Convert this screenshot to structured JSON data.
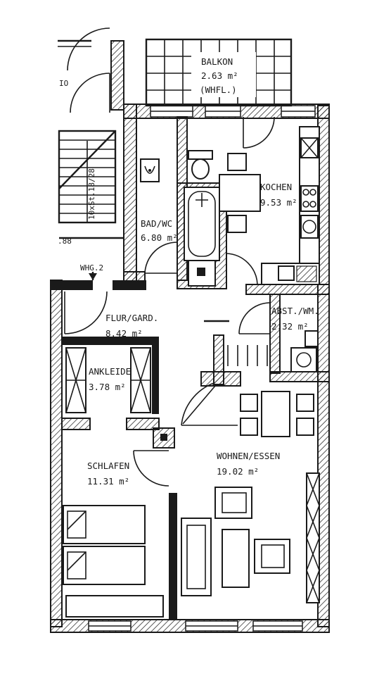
{
  "rooms": {
    "balkon": {
      "name": "BALKON",
      "area": "2.63 m²",
      "note": "(WHFL.)"
    },
    "kochen": {
      "name": "KOCHEN",
      "area": "9.53 m²"
    },
    "bad": {
      "name": "BAD/WC",
      "area": "6.80 m²"
    },
    "flur": {
      "name": "FLUR/GARD.",
      "area": "8.42 m²"
    },
    "abst": {
      "name": "ABST./WM.",
      "area": "2.32 m²"
    },
    "ankleide": {
      "name": "ANKLEIDE",
      "area": "3.78 m²"
    },
    "schlafen": {
      "name": "SCHLAFEN",
      "area": "11.31 m²"
    },
    "wohnen": {
      "name": "WOHNEN/ESSEN",
      "area": "19.02 m²"
    }
  },
  "stair": {
    "label": "10xSt.18/28"
  },
  "labels": {
    "whg": "WHG.2",
    "dim": ".88",
    "top_left": "IO"
  }
}
